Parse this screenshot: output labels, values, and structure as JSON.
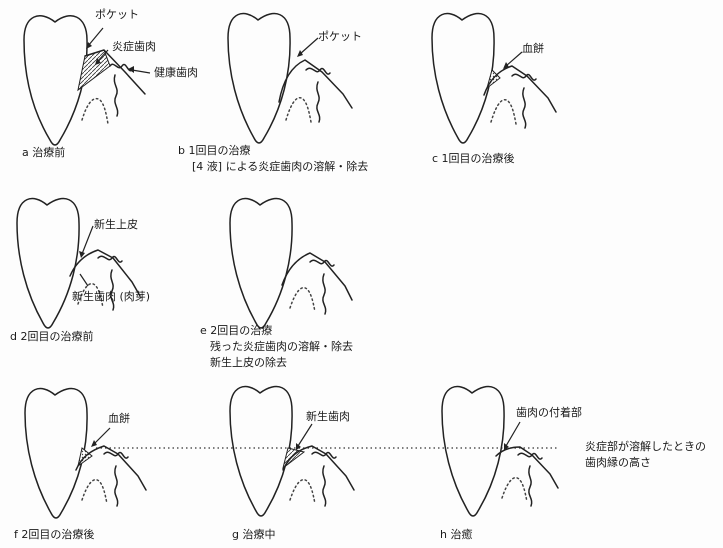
{
  "panels": {
    "a": {
      "caption": "a 治療前",
      "pocket": "ポケット",
      "inflamed_gum": "炎症歯肉",
      "healthy_gum": "健康歯肉"
    },
    "b": {
      "caption_line1": "b 1回目の治療",
      "caption_line2": "[4 液] による炎症歯肉の溶解・除去",
      "pocket": "ポケット"
    },
    "c": {
      "caption": "c 1回目の治療後",
      "clot": "血餅"
    },
    "d": {
      "caption": "d 2回目の治療前",
      "new_epithelium": "新生上皮",
      "new_gum": "新生歯肉 (肉芽)"
    },
    "e": {
      "caption_line1": "e 2回目の治療",
      "caption_line2": "残った炎症歯肉の溶解・除去",
      "caption_line3": "新生上皮の除去"
    },
    "f": {
      "caption": "f 2回目の治療後",
      "clot": "血餅"
    },
    "g": {
      "caption": "g 治療中",
      "new_gum": "新生歯肉"
    },
    "h": {
      "caption": "h 治癒",
      "attachment": "歯肉の付着部"
    },
    "level_note": {
      "line1": "炎症部が溶解したときの",
      "line2": "歯肉縁の高さ"
    }
  }
}
